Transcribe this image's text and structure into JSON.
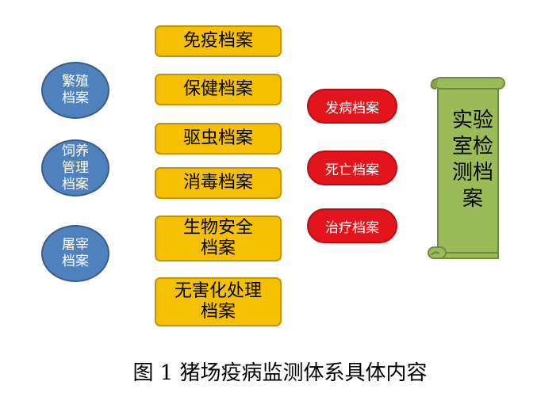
{
  "left_ellipses": [
    {
      "label": "繁殖\n档案"
    },
    {
      "label": "饲养\n管理\n档案"
    },
    {
      "label": "屠宰\n档案"
    }
  ],
  "yellow_boxes": [
    {
      "label": "免疫档案"
    },
    {
      "label": "保健档案"
    },
    {
      "label": "驱虫档案"
    },
    {
      "label": "消毒档案"
    },
    {
      "label": "生物安全\n档案"
    },
    {
      "label": "无害化处理\n档案"
    }
  ],
  "red_pills": [
    {
      "label": "发病档案"
    },
    {
      "label": "死亡档案"
    },
    {
      "label": "治疗档案"
    }
  ],
  "scroll": {
    "label": "实验\n室检\n测档\n案"
  },
  "caption": "图 1  猪场疫病监测体系具体内容",
  "colors": {
    "ellipse_fill": "#4f81bd",
    "yellow_fill": "#f5c000",
    "red_fill": "#e3141c",
    "scroll_fill": "#9bbb59"
  }
}
